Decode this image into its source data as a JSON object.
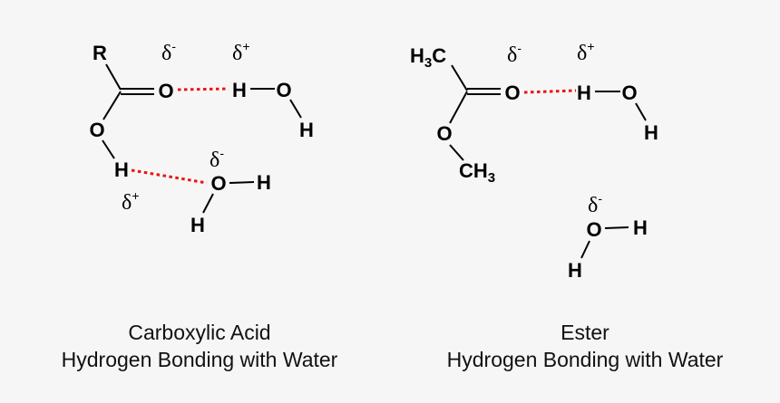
{
  "background_color": "#f6f6f6",
  "hbond_color": "#ee1111",
  "panels": [
    {
      "name": "carboxylic-acid",
      "caption_line1": "Carboxylic Acid",
      "caption_line2": "Hydrogen Bonding with Water",
      "labels": {
        "r": "R",
        "carbonyl_o": "O",
        "hydroxyl_o": "O",
        "hydroxyl_h": "H",
        "water1_h1": "H",
        "water1_o": "O",
        "water1_h2": "H",
        "water2_o": "O",
        "water2_h1": "H",
        "water2_h2": "H",
        "delta_minus_carbonyl": "δ",
        "delta_minus_carbonyl_sign": "-",
        "delta_plus_water1": "δ",
        "delta_plus_water1_sign": "+",
        "delta_minus_water2": "δ",
        "delta_minus_water2_sign": "-",
        "delta_plus_hydroxyl": "δ",
        "delta_plus_hydroxyl_sign": "+"
      }
    },
    {
      "name": "ester",
      "caption_line1": "Ester",
      "caption_line2": "Hydrogen Bonding with Water",
      "labels": {
        "methyl_top_h": "H",
        "methyl_top_sub": "3",
        "methyl_top_c": "C",
        "carbonyl_o": "O",
        "ester_o": "O",
        "methyl_bottom_c": "CH",
        "methyl_bottom_sub": "3",
        "water1_h1": "H",
        "water1_o": "O",
        "water1_h2": "H",
        "water2_o": "O",
        "water2_h1": "H",
        "water2_h2": "H",
        "delta_minus_carbonyl": "δ",
        "delta_minus_carbonyl_sign": "-",
        "delta_plus_water1": "δ",
        "delta_plus_water1_sign": "+",
        "delta_minus_water2": "δ",
        "delta_minus_water2_sign": "-"
      }
    }
  ]
}
